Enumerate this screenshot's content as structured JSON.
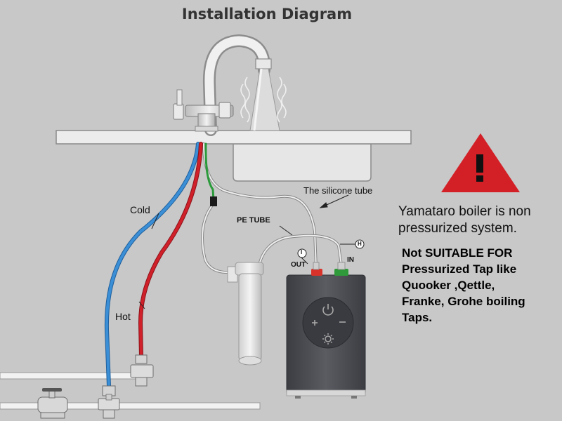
{
  "title": "Installation Diagram",
  "labels": {
    "silicone_tube": "The silicone tube",
    "cold": "Cold",
    "hot": "Hot",
    "pe_tube": "PE TUBE",
    "out": "OUT",
    "in": "IN",
    "marker_i": "I",
    "marker_h": "H"
  },
  "note": [
    "Yamataro boiler is non",
    "pressurized system."
  ],
  "warning": [
    "Not SUITABLE FOR",
    "Pressurized Tap like",
    "Quooker ,Qettle,",
    "Franke, Grohe boiling",
    "Taps."
  ],
  "colors": {
    "background": "#c8c8c8",
    "cold_line": "#3a8fd6",
    "hot_line": "#d0202a",
    "warning_red": "#d32027",
    "boiler": "#505258",
    "out_connector": "#d8322a",
    "in_connector": "#2e9a3a",
    "green_wire": "#2a9a3a"
  },
  "icons": [
    "warning-triangle-icon",
    "power-icon",
    "plus-icon",
    "minus-icon",
    "settings-gear-icon",
    "valve-icon"
  ]
}
